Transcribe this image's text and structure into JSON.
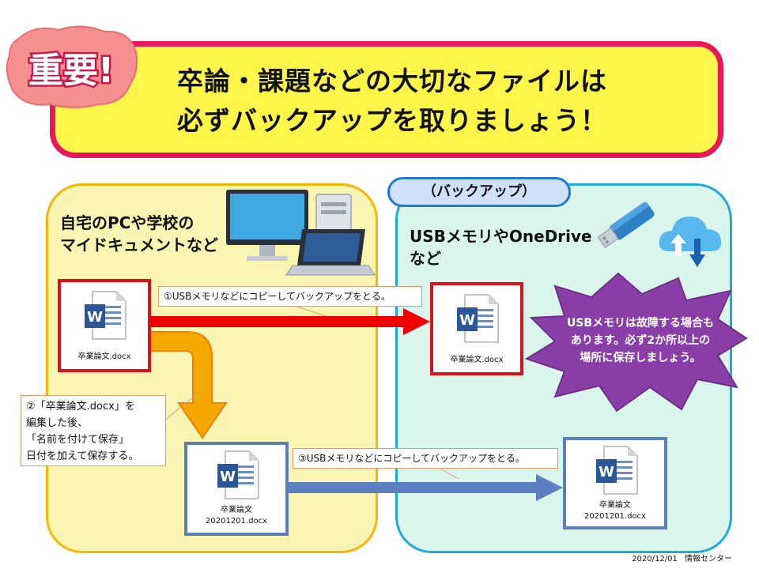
{
  "badge": {
    "text": "重要!"
  },
  "title": {
    "line1": "卒論・課題などの大切なファイルは",
    "line2": "必ずバックアップを取りましょう！"
  },
  "left_panel": {
    "label_line1": "自宅のPCや学校の",
    "label_line2": "マイドキュメントなど"
  },
  "right_panel": {
    "badge": "（バックアップ）",
    "label_line1": "USBメモリやOneDrive",
    "label_line2": "など"
  },
  "files": {
    "original": {
      "name": "卒業論文.docx"
    },
    "backup1": {
      "name": "卒業論文.docx"
    },
    "dated": {
      "name_line1": "卒業論文",
      "name_line2": "20201201.docx"
    },
    "backup2": {
      "name_line1": "卒業論文",
      "name_line2": "20201201.docx"
    }
  },
  "callouts": {
    "step1": "①USBメモリなどにコピーしてバックアップをとる。",
    "step2_lines": [
      "②「卒業論文.docx」を",
      "編集した後、",
      "「名前を付けて保存」",
      "日付を加えて保存する。"
    ],
    "step3": "③USBメモリなどにコピーしてバックアップをとる。"
  },
  "warning": {
    "lines": [
      "USBメモリは故障する場合も",
      "あります。必ず2か所以上の",
      "場所に保存しましょう。"
    ]
  },
  "footer": {
    "date": "2020/12/01",
    "org": "情報センター"
  },
  "colors": {
    "title_bg": "#fff64a",
    "title_border": "#e8185a",
    "left_panel": "#fbf5b4",
    "right_panel": "#d9f5ec",
    "red_arrow": "#ee0000",
    "orange_arrow": "#f5a800",
    "blue_arrow": "#5b7fc0",
    "warning_bg": "#8a3fa8"
  },
  "icons": [
    "important-badge",
    "desktop-pc-icon",
    "laptop-icon",
    "usb-stick-icon",
    "cloud-sync-icon",
    "word-document-icon"
  ]
}
